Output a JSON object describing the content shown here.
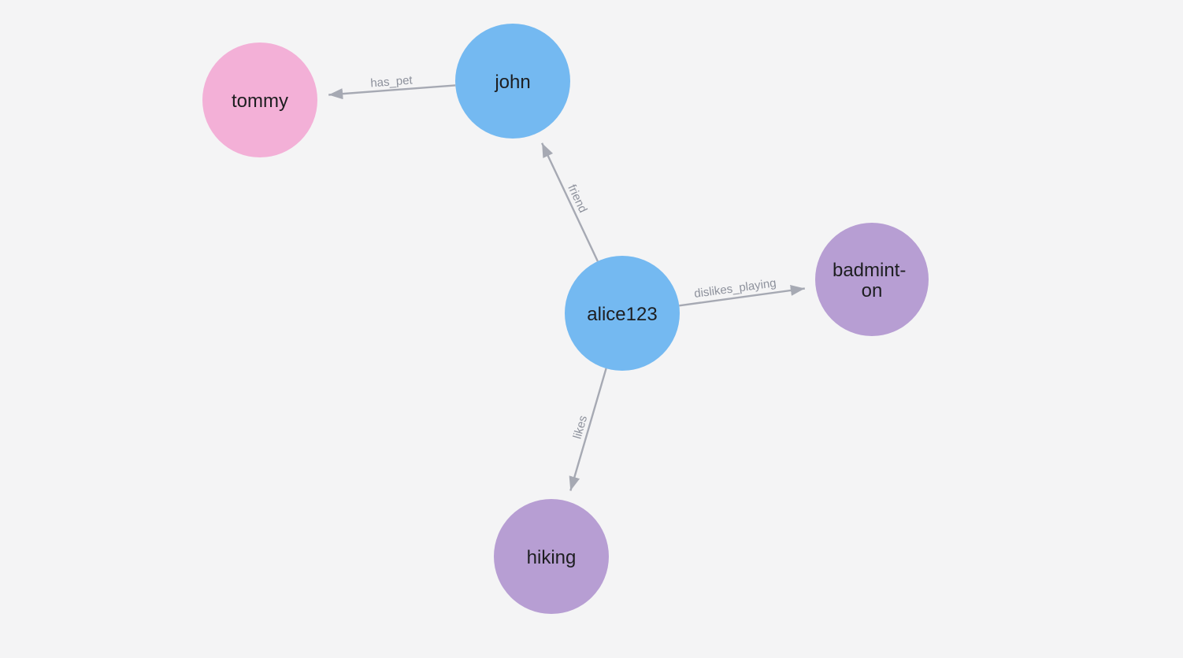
{
  "canvas": {
    "background": "#f4f4f5"
  },
  "palette": {
    "person_node_color": "#74b9f1",
    "pet_node_color": "#f3b0d7",
    "activity_node_color": "#b79ed3",
    "node_label_color": "#1d1e20",
    "edge_color": "#a6a9b3",
    "edge_label_color": "#8d919c"
  },
  "graph": {
    "nodes": [
      {
        "id": "tommy",
        "label": "tommy",
        "color": "#f3b0d7"
      },
      {
        "id": "john",
        "label": "john",
        "color": "#74b9f1"
      },
      {
        "id": "alice123",
        "label": "alice123",
        "color": "#74b9f1"
      },
      {
        "id": "badminton",
        "label": "badminton",
        "label_lines": [
          "badmint-",
          "on"
        ],
        "color": "#b79ed3"
      },
      {
        "id": "hiking",
        "label": "hiking",
        "color": "#b79ed3"
      }
    ],
    "edges": [
      {
        "from": "john",
        "to": "tommy",
        "label": "has_pet"
      },
      {
        "from": "alice123",
        "to": "john",
        "label": "friend"
      },
      {
        "from": "alice123",
        "to": "badminton",
        "label": "dislikes_playing"
      },
      {
        "from": "alice123",
        "to": "hiking",
        "label": "likes"
      }
    ]
  }
}
